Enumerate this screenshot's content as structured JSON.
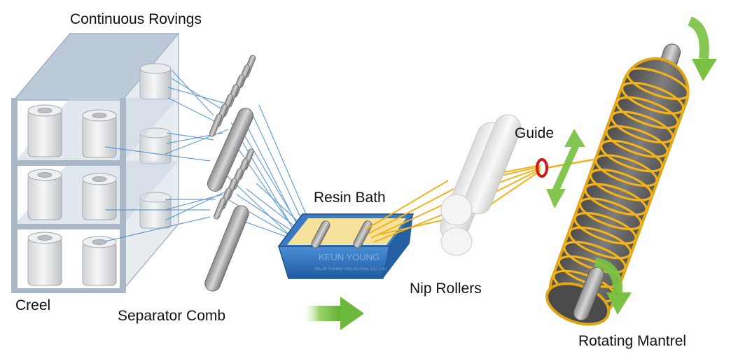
{
  "labels": {
    "continuous_rovings": "Continuous Rovings",
    "creel": "Creel",
    "separator_comb": "Separator Comb",
    "resin_bath": "Resin Bath",
    "nip_rollers": "Nip Rollers",
    "guide": "Guide",
    "rotating_mantrel": "Rotating Mantrel"
  },
  "watermark": {
    "brand": "KEUN YOUNG",
    "company": "KEUN YOUNG INDUSTRIAL CO.,LTD"
  },
  "colors": {
    "roving_fiber": "#4f8fd1",
    "wet_fiber": "#f2b21a",
    "arrow_green": "#7ac143",
    "resin_tank": "#2f6fb4",
    "guide_ring": "#d01818",
    "mandrel_body": "#6e6e6e",
    "frame": "#aab7c6"
  },
  "icons": [
    "process-flow-arrow",
    "rotation-arrow",
    "oscillation-arrow"
  ]
}
